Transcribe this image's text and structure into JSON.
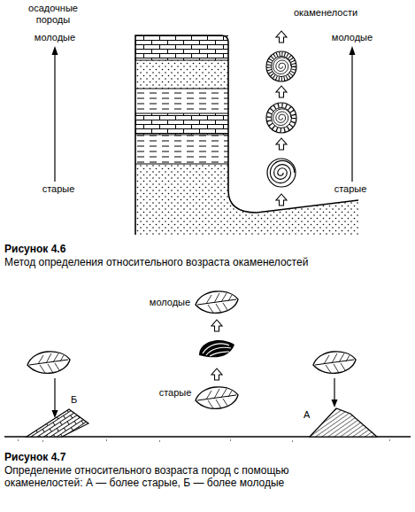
{
  "diagram": {
    "labels": [
      "осадочные породы",
      "молодые",
      "старые",
      "окаменелости",
      "молодые",
      "старые",
      "Рисунок 4.6",
      "Метод определения относительного возраста окаменелостей",
      "молодые",
      "старые",
      "Б",
      "А",
      "Рисунок 4.7",
      "Определение относительного возраста пород с помощью окаменелостей: А — более старые, Б — более молодые"
    ]
  }
}
